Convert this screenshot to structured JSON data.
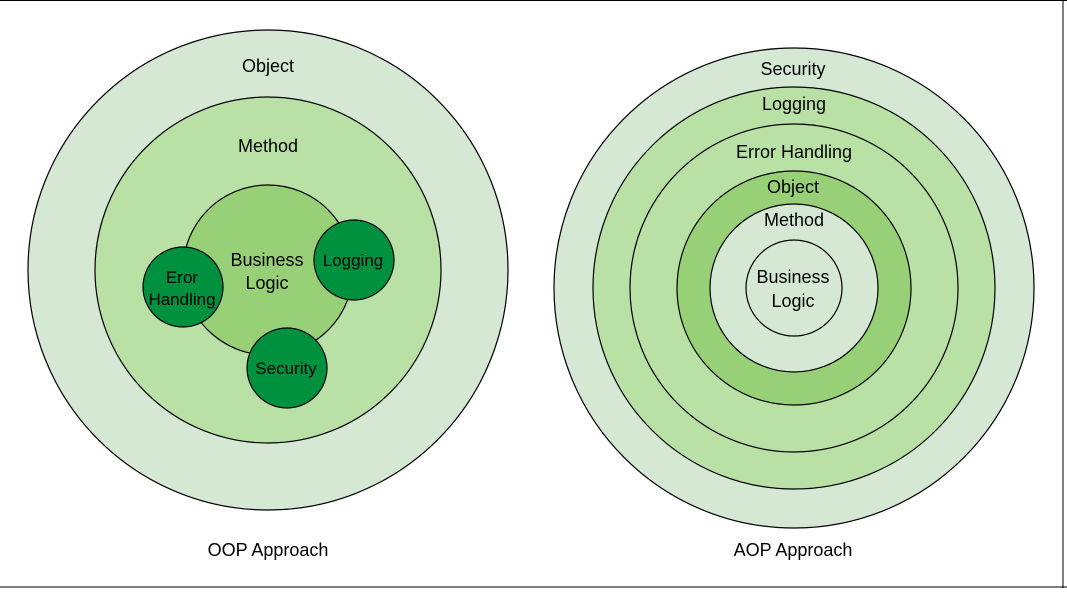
{
  "colors": {
    "pale_green": "#d5e8d4",
    "light_green": "#b9e0a5",
    "mid_green": "#97d077",
    "dark_green": "#00913f",
    "stroke": "#000000",
    "background": "#ffffff"
  },
  "oop": {
    "caption": "OOP Approach",
    "object_label": "Object",
    "method_label": "Method",
    "business_logic_line1": "Business",
    "business_logic_line2": "Logic",
    "error_line1": "Eror",
    "error_line2": "Handling",
    "logging_label": "Logging",
    "security_label": "Security"
  },
  "aop": {
    "caption": "AOP Approach",
    "security_label": "Security",
    "logging_label": "Logging",
    "error_handling_label": "Error Handling",
    "object_label": "Object",
    "method_label": "Method",
    "business_logic_line1": "Business",
    "business_logic_line2": "Logic"
  }
}
